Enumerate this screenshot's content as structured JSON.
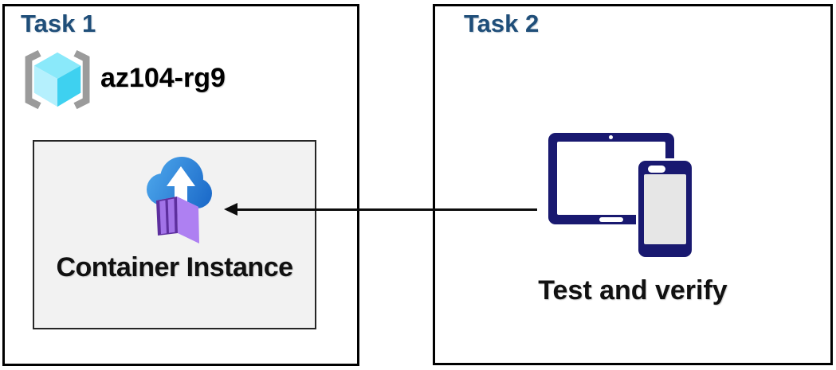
{
  "diagram": {
    "task1": {
      "title": "Task 1",
      "resource_group_name": "az104-rg9",
      "container_label": "Container Instance"
    },
    "task2": {
      "title": "Task 2",
      "caption": "Test and verify"
    },
    "arrow": {
      "direction": "right-to-left"
    }
  },
  "icons": {
    "resource_group": "resource-group-icon",
    "container_instance": "container-instance-icon",
    "devices": "tablet-and-phone-icon",
    "arrow": "arrow-left-icon"
  },
  "colors": {
    "task_title_blue": "#1f4e79",
    "panel_border": "#000000",
    "inner_box_fill": "#f2f2f2",
    "inner_box_border": "#262626",
    "device_navy": "#191970",
    "device_screen_gray": "#e6e6e6",
    "arrow_black": "#0d0d0d",
    "bracket_gray": "#9b9b9b",
    "cube_top": "#8ae9fa",
    "cube_left": "#b5f0fd",
    "cube_right": "#3ed1f0",
    "cloud_blue_light": "#4aa3e9",
    "cloud_blue_dark": "#1a68c8",
    "arrow_white": "#ffffff",
    "container_top": "#c9a9f4",
    "container_side": "#ae80f2",
    "container_door": "#5d2f9e",
    "container_panel": "#a273e8"
  }
}
